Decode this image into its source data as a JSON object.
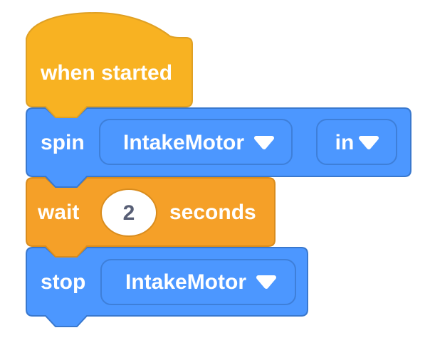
{
  "app": "block-programming-workspace",
  "palette": {
    "workspace_bg": "#FFFFFF",
    "event_fill": "#F8B222",
    "event_stroke": "#DFA024",
    "motion_fill": "#4C97FF",
    "motion_stroke": "#3978CE",
    "control_fill": "#F5A028",
    "control_stroke": "#D98C1D",
    "dropdown_border": "#3E7FD9",
    "input_fill": "#FFFFFF",
    "input_text": "#575E75",
    "label_text": "#FFFFFF"
  },
  "script": {
    "hat": {
      "label": "when started"
    },
    "spin": {
      "label": "spin",
      "motor": "IntakeMotor",
      "direction": "in"
    },
    "wait": {
      "label": "wait",
      "value": "2",
      "unit": "seconds"
    },
    "stop": {
      "label": "stop",
      "motor": "IntakeMotor"
    }
  }
}
